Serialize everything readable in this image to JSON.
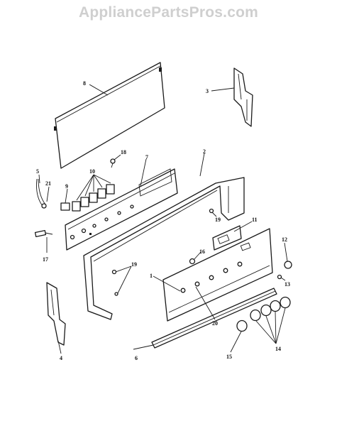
{
  "watermark": "AppliancePartsPros.com",
  "callouts": [
    "8",
    "3",
    "18",
    "7",
    "2",
    "5",
    "10",
    "21",
    "9",
    "11",
    "19",
    "12",
    "16",
    "17",
    "19",
    "1",
    "13",
    "4",
    "20",
    "14",
    "6",
    "15"
  ]
}
